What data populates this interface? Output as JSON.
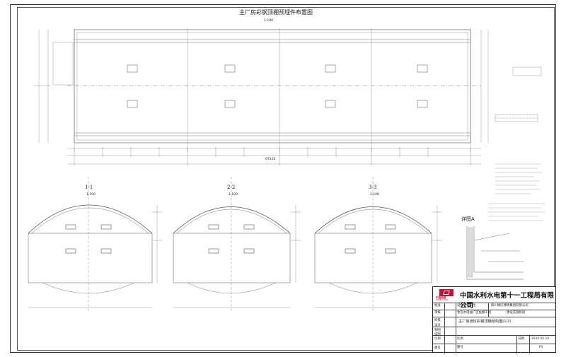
{
  "drawing": {
    "main_title": "主厂房彩钢顶棚预埋件布置图",
    "plan_scale": "1:100",
    "sections": [
      {
        "label": "1-1",
        "scale": "1:100"
      },
      {
        "label": "2-2",
        "scale": "1:100"
      },
      {
        "label": "3-3",
        "scale": "1:100"
      }
    ],
    "detail_label": "详图A",
    "total_length_dim": "67120",
    "colors": {
      "line": "#555555",
      "logo_red": "#c8102e"
    }
  },
  "title_block": {
    "company": "中国水利水电第十一工程局有限公司",
    "logo_cn": "中国电建",
    "logo_en": "POWERCHINA",
    "designer_label": "设计制作单位",
    "designer_value": "四川德庆建筑集团有限公司",
    "project_name": "金瓦水电站厂区板棚工程",
    "stage": "建设实施阶段",
    "drawing_title": "主厂房波纹彩钢顶棚结构图(1/2)",
    "date_label": "日期",
    "date_value": "2020.05.16",
    "scale_label": "比例",
    "sheet_label": "图号",
    "sheet_value": "P1",
    "row_labels": [
      "批准",
      "审核",
      "校核",
      "设计",
      "制图",
      "描图",
      "比例",
      "图号"
    ]
  }
}
